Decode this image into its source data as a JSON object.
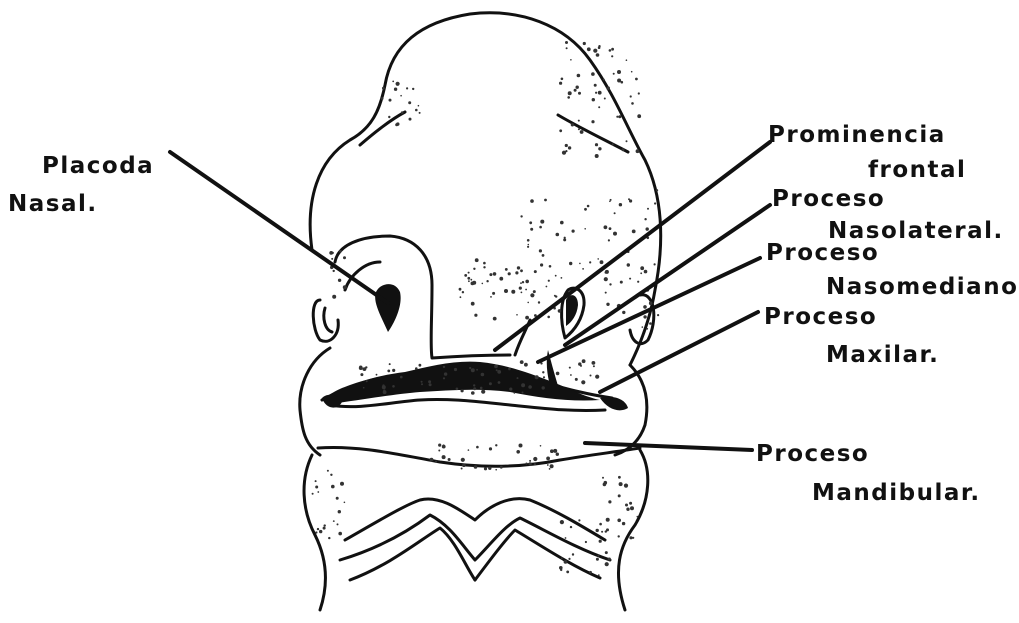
{
  "labels": {
    "placoda_l1": "Placoda",
    "placoda_l2": "Nasal.",
    "frontal_l1": "Prominencia",
    "frontal_l2": "frontal",
    "nasolateral_l1": "Proceso",
    "nasolateral_l2": "Nasolateral.",
    "nasomediano_l1": "Proceso",
    "nasomediano_l2": "Nasomediano.",
    "maxilar_l1": "Proceso",
    "maxilar_l2": "Maxilar.",
    "mandibular_l1": "Proceso",
    "mandibular_l2": "Mandibular."
  },
  "colors": {
    "ink": "#111111",
    "paper": "#ffffff",
    "stipple": "#333333"
  }
}
